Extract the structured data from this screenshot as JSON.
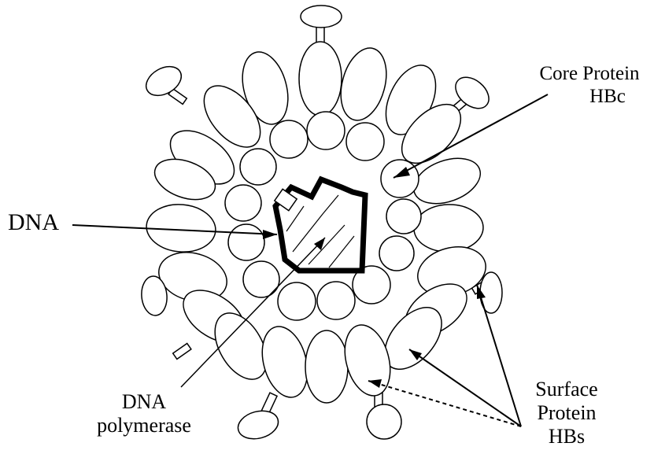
{
  "labels": {
    "core_protein": [
      "Core Protein",
      "HBc"
    ],
    "dna": "DNA",
    "dna_polymerase": [
      "DNA",
      "polymerase"
    ],
    "surface_protein": [
      "Surface",
      "Protein",
      "HBs"
    ]
  },
  "colors": {
    "stroke": "#000000",
    "fill": "#ffffff"
  },
  "icons": [
    "virus-particle-icon"
  ]
}
